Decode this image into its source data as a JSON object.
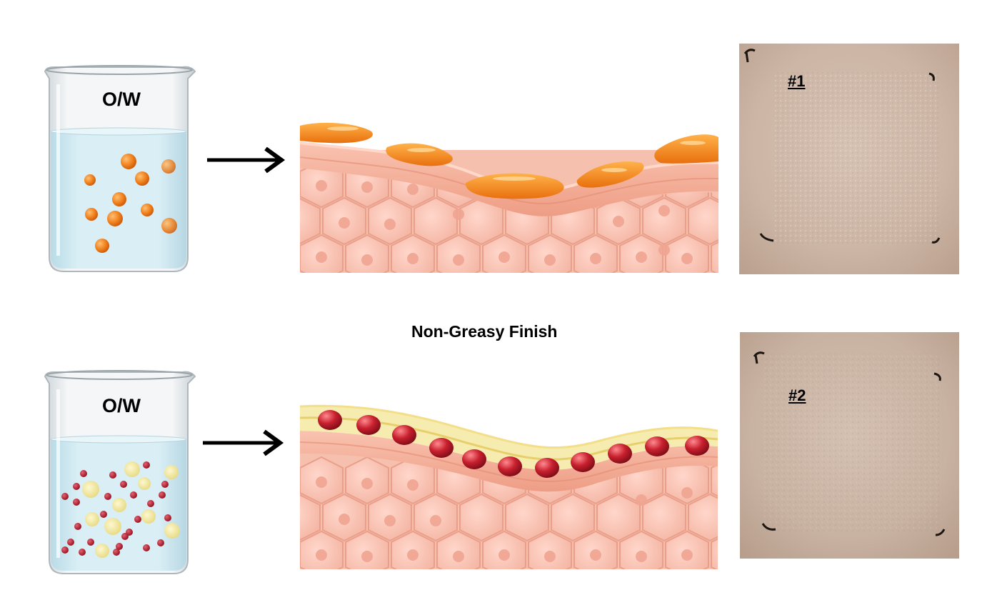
{
  "rows": [
    {
      "beaker_label": "O/W",
      "photo_label": "#1"
    },
    {
      "beaker_label": "O/W",
      "photo_label": "#2"
    }
  ],
  "finish_caption": "Non-Greasy Finish",
  "colors": {
    "water": "#cfe8f1",
    "oil_orange": "#f08a22",
    "red_droplet": "#b81e2c",
    "yellow_droplet": "#f3eaa6",
    "skin": "#f3b7a0",
    "skin_cells": "#f7c2b2",
    "skin_photo": "#c9b3a3",
    "arrow": "#000000"
  }
}
